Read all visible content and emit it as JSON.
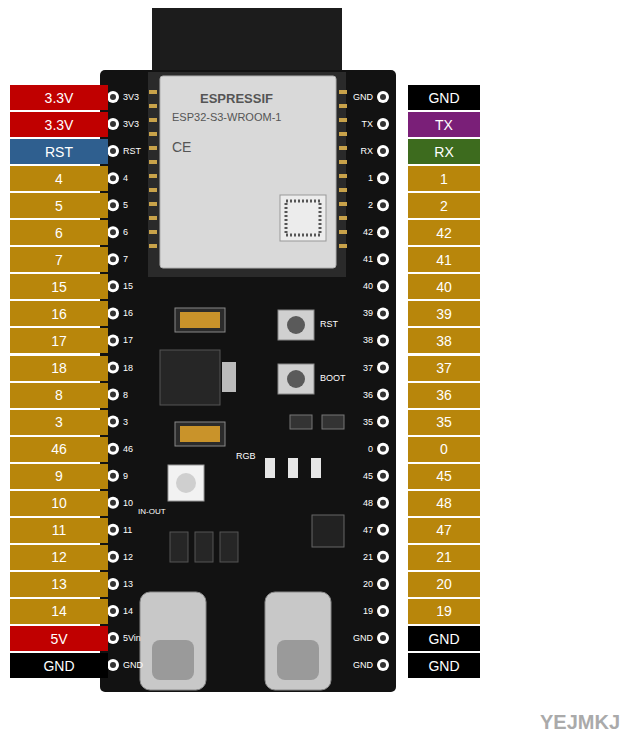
{
  "diagram": {
    "nodes": [
      {
        "text": [
          "3.3V"
        ]
      },
      {
        "text": [
          "3.3V"
        ]
      },
      {
        "text": [
          "RST"
        ]
      },
      {
        "text": [
          "4"
        ]
      },
      {
        "text": [
          "5"
        ]
      },
      {
        "text": [
          "6"
        ]
      },
      {
        "text": [
          "7"
        ]
      },
      {
        "text": [
          "15"
        ]
      },
      {
        "text": [
          "16"
        ]
      },
      {
        "text": [
          "17"
        ]
      },
      {
        "text": [
          "18"
        ]
      },
      {
        "text": [
          "8"
        ]
      },
      {
        "text": [
          "3"
        ]
      },
      {
        "text": [
          "46"
        ]
      },
      {
        "text": [
          "9"
        ]
      },
      {
        "text": [
          "10"
        ]
      },
      {
        "text": [
          "11"
        ]
      },
      {
        "text": [
          "12"
        ]
      },
      {
        "text": [
          "13"
        ]
      },
      {
        "text": [
          "14"
        ]
      },
      {
        "text": [
          "5V"
        ]
      },
      {
        "text": [
          "GND"
        ]
      },
      {
        "text": [
          "GND"
        ]
      },
      {
        "text": [
          "TX"
        ]
      },
      {
        "text": [
          "RX"
        ]
      },
      {
        "text": [
          "1"
        ]
      },
      {
        "text": [
          "2"
        ]
      },
      {
        "text": [
          "42"
        ]
      },
      {
        "text": [
          "41"
        ]
      },
      {
        "text": [
          "40"
        ]
      },
      {
        "text": [
          "39"
        ]
      },
      {
        "text": [
          "38"
        ]
      },
      {
        "text": [
          "37"
        ]
      },
      {
        "text": [
          "36"
        ]
      },
      {
        "text": [
          "35"
        ]
      },
      {
        "text": [
          "0"
        ]
      },
      {
        "text": [
          "45"
        ]
      },
      {
        "text": [
          "48"
        ]
      },
      {
        "text": [
          "47"
        ]
      },
      {
        "text": [
          "21"
        ]
      },
      {
        "text": [
          "20"
        ]
      },
      {
        "text": [
          "19"
        ]
      },
      {
        "text": [
          "GND"
        ]
      },
      {
        "text": [
          "GND"
        ]
      }
    ],
    "labels": [
      "3V3",
      "3V3",
      "RST",
      "4",
      "5",
      "6",
      "7",
      "15",
      "16",
      "17",
      "18",
      "8",
      "3",
      "46",
      "9",
      "10",
      "11",
      "12",
      "13",
      "14",
      "5Vin",
      "GND",
      "GND",
      "TX",
      "RX",
      "1",
      "2",
      "42",
      "41",
      "40",
      "39",
      "38",
      "37",
      "36",
      "35",
      "0",
      "45",
      "48",
      "47",
      "21",
      "20",
      "19",
      "GND",
      "GND",
      "ESPRESSIF",
      "ESP32-S3-WROOM-1",
      "CE",
      "RST",
      "BOOT",
      "RGB",
      "IN-OUT",
      "YEJMKJ"
    ]
  }
}
